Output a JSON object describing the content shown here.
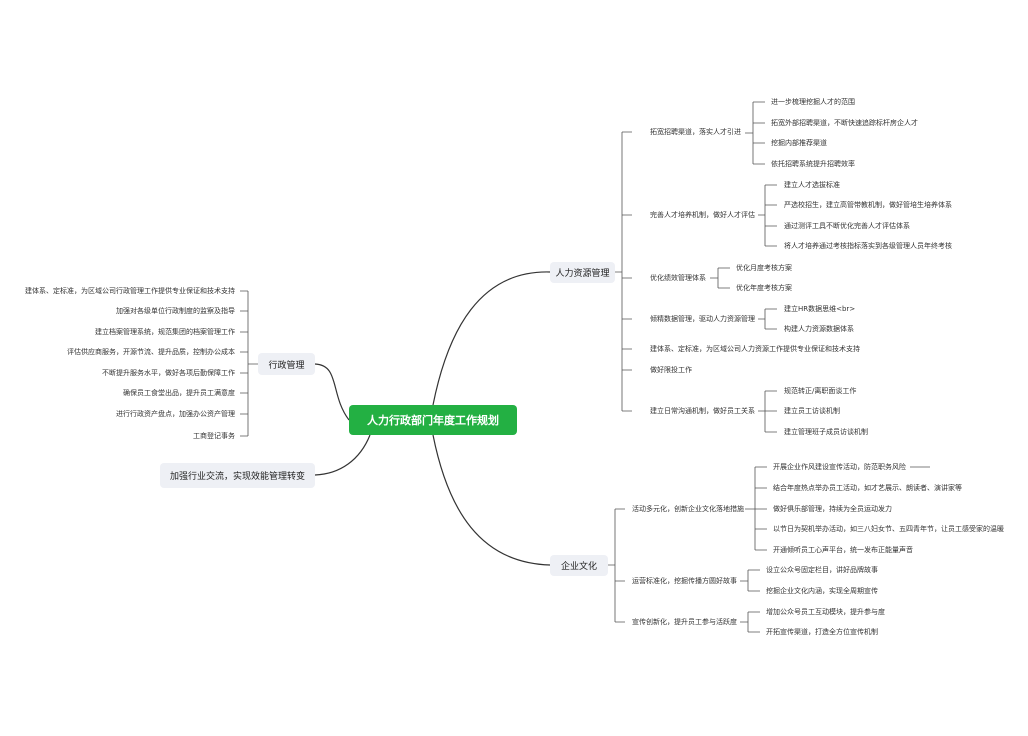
{
  "root": {
    "label": "人力行政部门年度工作规划"
  },
  "branches": {
    "hr": {
      "label": "人力资源管理",
      "children": [
        {
          "label": "拓宽招聘渠道，落实人才引进",
          "children": [
            "进一步梳理挖掘人才的范围",
            "拓宽外部招聘渠道，不断快速追踪标杆房企人才",
            "挖掘内部推荐渠道",
            "依托招聘系统提升招聘效率"
          ]
        },
        {
          "label": "完善人才培养机制，做好人才评估",
          "children": [
            "建立人才选拔标准",
            "严选校招生，建立高管带教机制，做好管培生培养体系",
            "通过测评工具不断优化完善人才评估体系",
            "将人才培养通过考核指标落实到各级管理人员年终考核"
          ]
        },
        {
          "label": "优化绩效管理体系",
          "children": [
            "优化月度考核方案",
            "优化年度考核方案"
          ]
        },
        {
          "label": "倾精数据管理，驱动人力资源管理",
          "children": [
            "建立HR数据思维<br>",
            "构建人力资源数据体系"
          ]
        },
        {
          "label": "建体系、定标准，为区域公司人力资源工作提供专业保证和技术支持",
          "children": []
        },
        {
          "label": "做好限投工作",
          "children": []
        },
        {
          "label": "建立日常沟通机制，做好员工关系",
          "children": [
            "规范转正/离职面谈工作",
            "建立员工访谈机制",
            "建立管理班子成员访谈机制"
          ]
        }
      ]
    },
    "culture": {
      "label": "企业文化",
      "children": [
        {
          "label": "活动多元化，创新企业文化落地措施",
          "children": [
            "开展企业作风建设宣传活动，防范职务风险",
            "结合年度热点举办员工活动，如才艺展示、朗读者、演讲家等",
            "做好俱乐部管理，持续为全员运动发力",
            "以节日为契机举办活动，如三八妇女节、五四青年节，让员工感受家的温暖",
            "开通倾听员工心声平台，统一发布正能量声音"
          ]
        },
        {
          "label": "运营标准化，挖掘传播方圆好故事",
          "children": [
            "设立公众号固定栏目，讲好品牌故事",
            "挖掘企业文化内涵，实现全周期宣传"
          ]
        },
        {
          "label": "宣传创新化，提升员工参与活跃度",
          "children": [
            "增加公众号员工互动模块，提升参与度",
            "开拓宣传渠道，打造全方位宣传机制"
          ]
        }
      ]
    },
    "admin": {
      "label": "行政管理",
      "children": [
        "建体系、定标准，为区域公司行政管理工作提供专业保证和技术支持",
        "加强对各级单位行政制度的监察及指导",
        "建立档案管理系统，规范集团的档案管理工作",
        "评估供应商服务，开源节流、提升品质，控制办公成本",
        "不断提升服务水平，做好各项后勤保障工作",
        "确保员工食堂出品，提升员工满意度",
        "进行行政资产盘点，加强办公资产管理",
        "工商登记事务"
      ]
    },
    "exchange": {
      "label": "加强行业交流，实现效能管理转变"
    }
  }
}
